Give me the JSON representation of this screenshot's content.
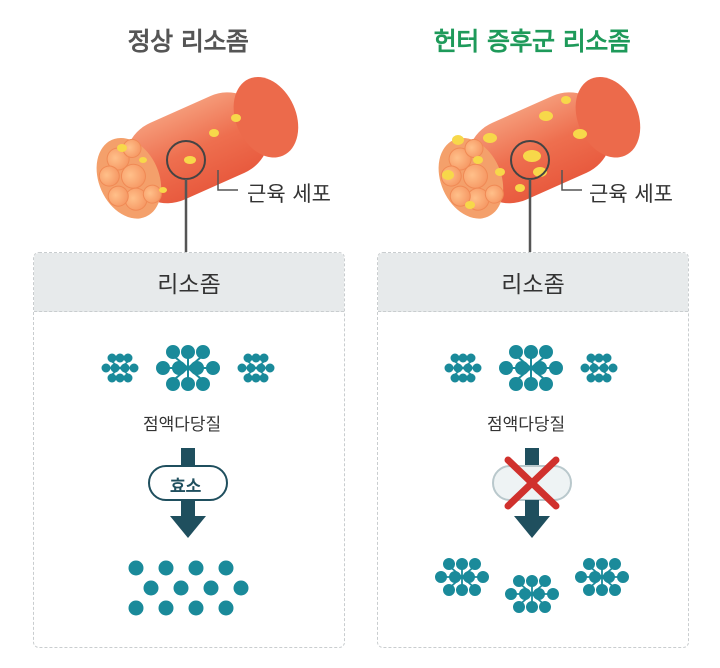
{
  "normal": {
    "title": "정상 리소좀",
    "cell_label": "근육 세포",
    "lysosome_label": "리소좀",
    "molecule_label": "점액다당질",
    "enzyme_label": "효소"
  },
  "hunter": {
    "title": "헌터 증후군 리소좀",
    "cell_label": "근육 세포",
    "lysosome_label": "리소좀",
    "molecule_label": "점액다당질"
  },
  "colors": {
    "title_normal": "#555555",
    "title_hunter": "#1e9a5a",
    "molecule": "#1a8a9a",
    "arrow": "#1f4f5e",
    "cross": "#d0312d",
    "muscle": "#f07a5a",
    "vesicle": "#f7d84a"
  }
}
